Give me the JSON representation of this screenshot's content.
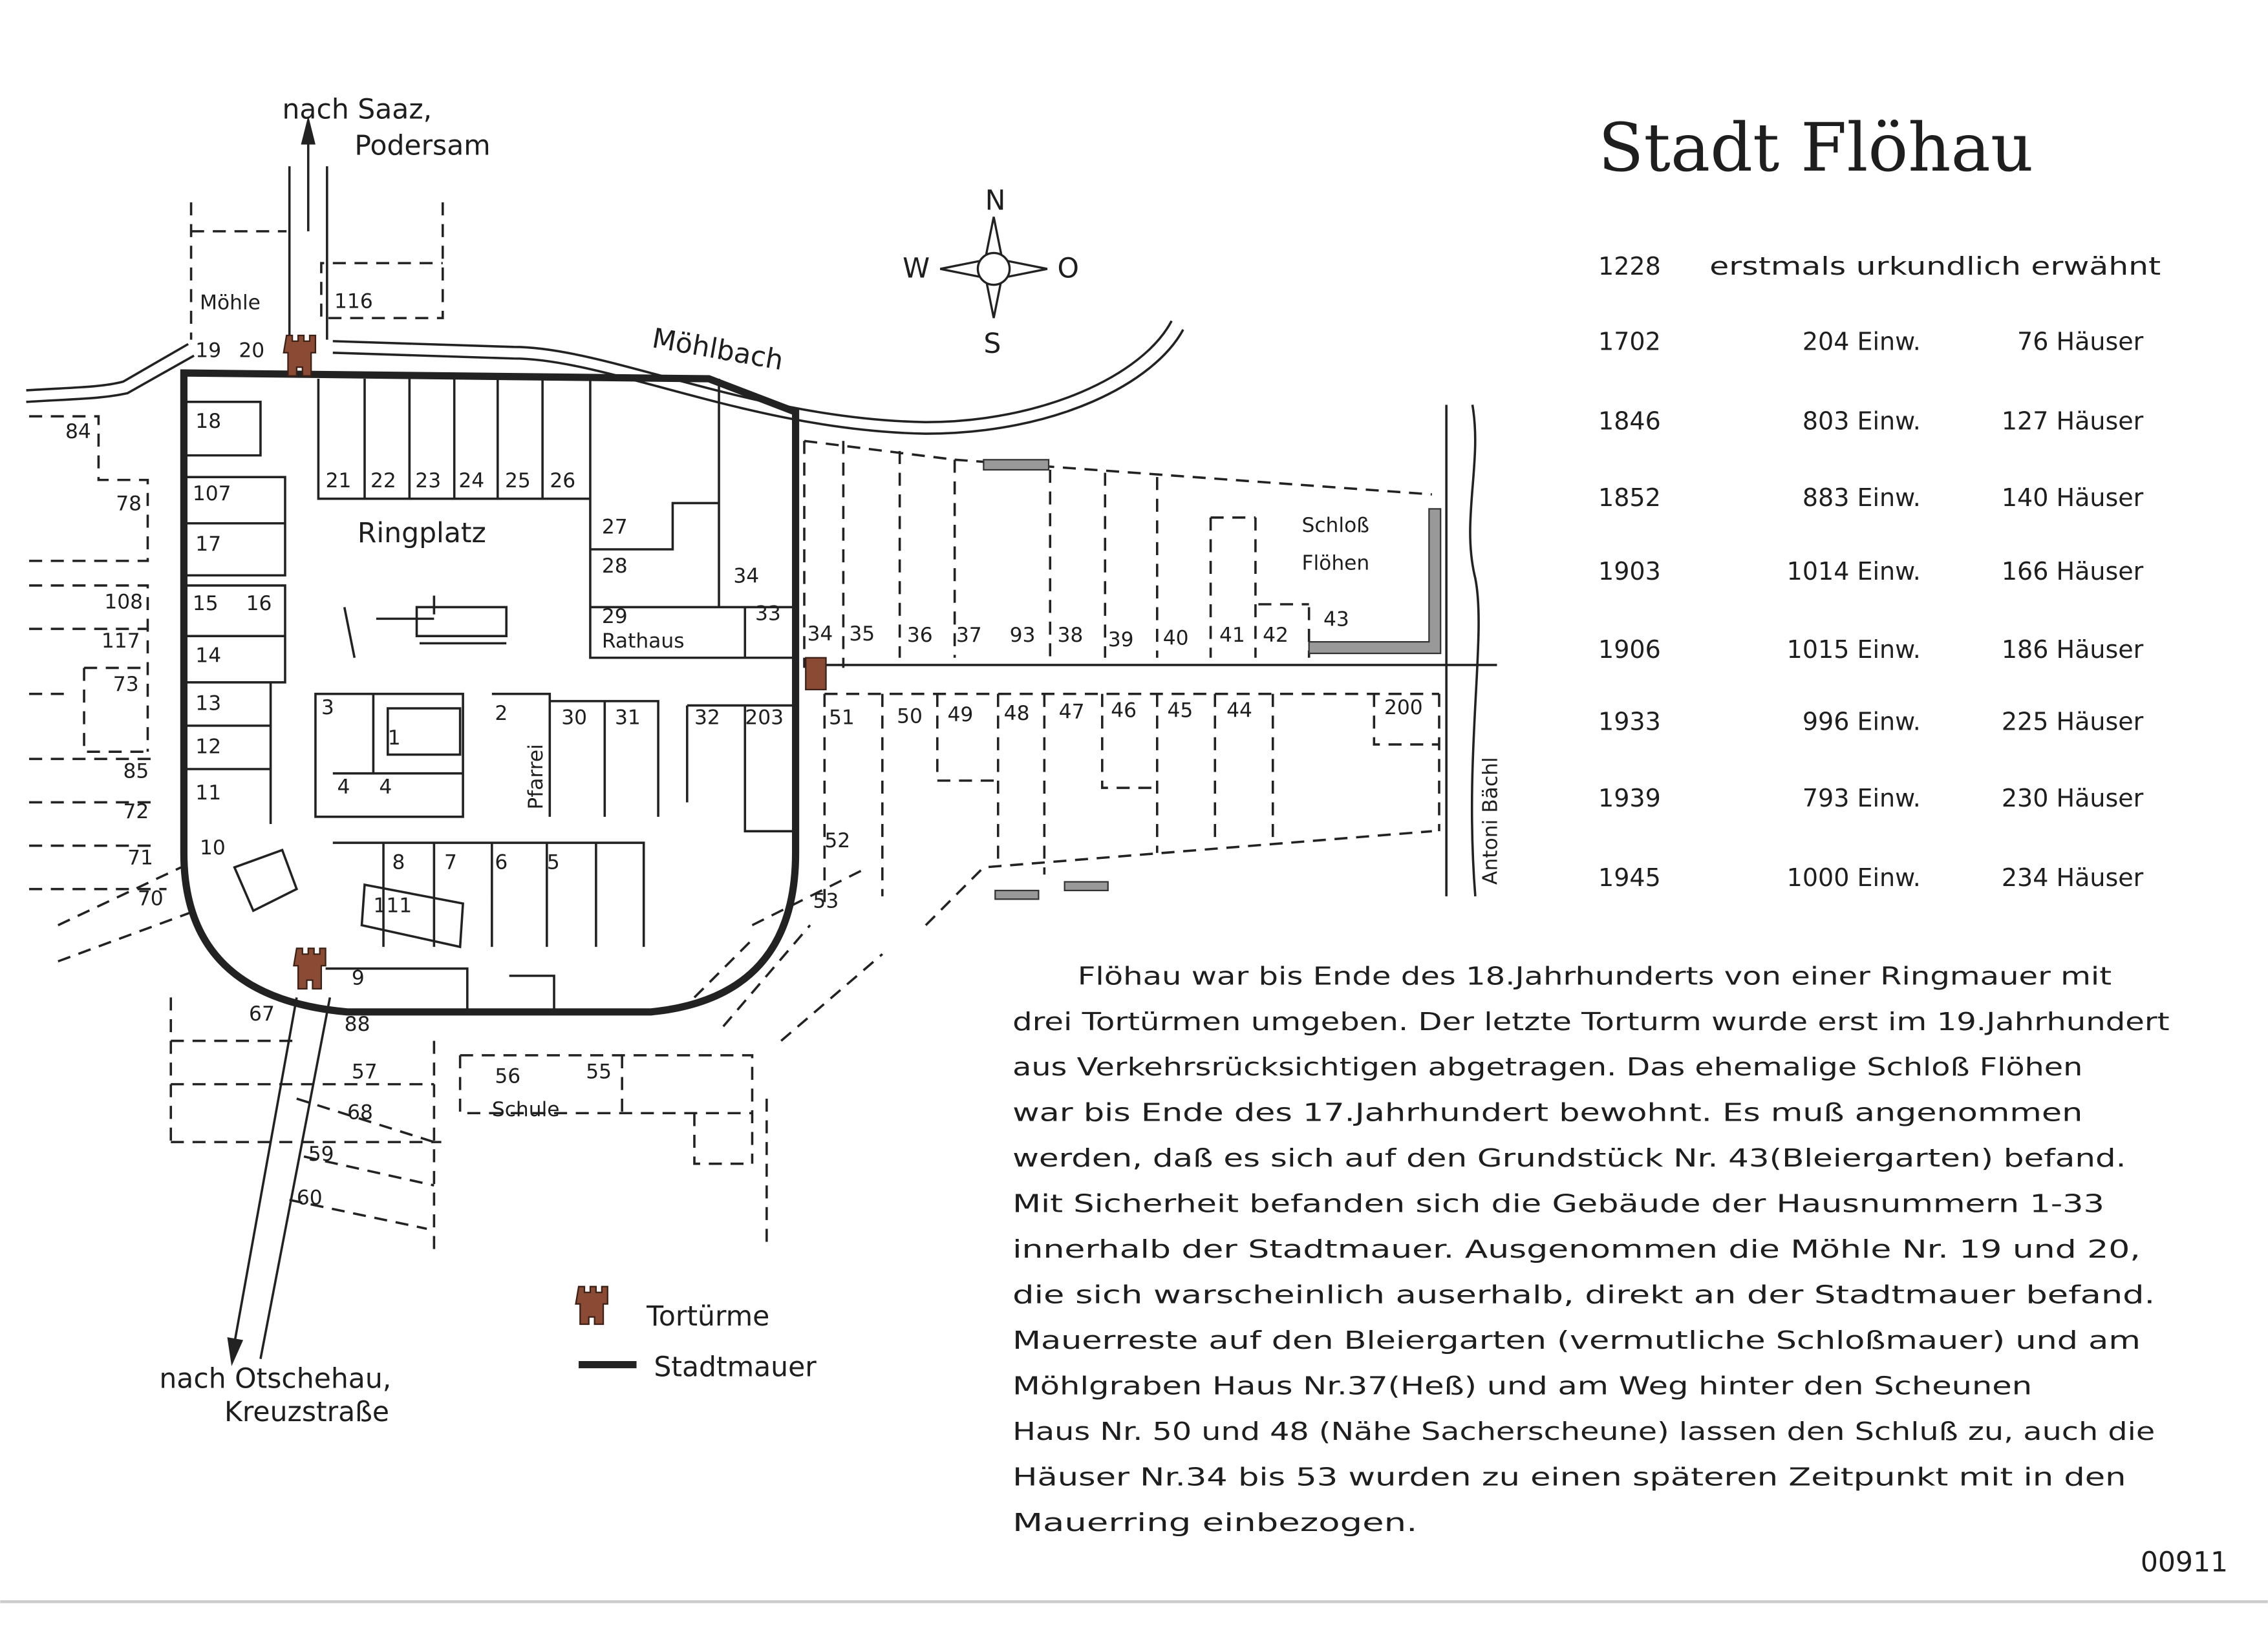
{
  "title": "Stadt Flöhau",
  "compass": {
    "n": "N",
    "s": "S",
    "w": "W",
    "o": "O"
  },
  "map": {
    "road_north": [
      "nach Saaz,",
      "Podersam"
    ],
    "road_south": [
      "nach Otschehau,",
      "Kreuzstraße"
    ],
    "stream": "Möhlbach",
    "brook": "Antoni Bächl",
    "square": "Ringplatz",
    "mill": "Möhle",
    "town_hall": "Rathaus",
    "parsonage": "Pfarrei",
    "school": "Schule",
    "castle": [
      "Schloß",
      "Flöhen"
    ],
    "house_numbers": [
      "116",
      "19",
      "20",
      "84",
      "78",
      "108",
      "117",
      "73",
      "85",
      "72",
      "71",
      "70",
      "18",
      "107",
      "17",
      "15",
      "16",
      "14",
      "13",
      "12",
      "11",
      "10",
      "21",
      "22",
      "23",
      "24",
      "25",
      "26",
      "27",
      "28",
      "34",
      "29",
      "33",
      "34",
      "35",
      "36",
      "37",
      "93",
      "38",
      "39",
      "40",
      "41",
      "42",
      "43",
      "3",
      "2",
      "30",
      "31",
      "32",
      "203",
      "1",
      "4",
      "4",
      "51",
      "50",
      "49",
      "48",
      "47",
      "46",
      "45",
      "44",
      "200",
      "52",
      "53",
      "8",
      "7",
      "6",
      "5",
      "111",
      "9",
      "67",
      "88",
      "57",
      "56",
      "55",
      "68",
      "59",
      "60"
    ]
  },
  "legend": {
    "gates": "Tortürme",
    "wall": "Stadtmauer"
  },
  "history": [
    {
      "year": "1228",
      "text": "erstmals urkundlich erwähnt"
    },
    {
      "year": "1702",
      "inhabitants": "204 Einw.",
      "houses": "76 Häuser"
    },
    {
      "year": "1846",
      "inhabitants": "803 Einw.",
      "houses": "127 Häuser"
    },
    {
      "year": "1852",
      "inhabitants": "883 Einw.",
      "houses": "140 Häuser"
    },
    {
      "year": "1903",
      "inhabitants": "1014 Einw.",
      "houses": "166 Häuser"
    },
    {
      "year": "1906",
      "inhabitants": "1015 Einw.",
      "houses": "186 Häuser"
    },
    {
      "year": "1933",
      "inhabitants": "996 Einw.",
      "houses": "225 Häuser"
    },
    {
      "year": "1939",
      "inhabitants": "793 Einw.",
      "houses": "230 Häuser"
    },
    {
      "year": "1945",
      "inhabitants": "1000 Einw.",
      "houses": "234 Häuser"
    }
  ],
  "paragraph": [
    "Flöhau war bis Ende des 18.Jahrhunderts von einer Ringmauer mit",
    "drei Tortürmen umgeben. Der letzte Torturm wurde erst im 19.Jahrhundert",
    "aus Verkehrsrücksichtigen abgetragen. Das ehemalige Schloß Flöhen",
    "war bis Ende des 17.Jahrhundert bewohnt. Es muß angenommen",
    "werden, daß es sich auf den Grundstück Nr. 43(Bleiergarten) befand.",
    "Mit Sicherheit befanden sich die Gebäude der Hausnummern 1-33",
    "innerhalb der Stadtmauer. Ausgenommen die Möhle Nr. 19 und 20,",
    "die sich warscheinlich auserhalb, direkt an der Stadtmauer befand.",
    "Mauerreste auf den Bleiergarten (vermutliche Schloßmauer) und am",
    "Möhlgraben Haus Nr.37(Heß) und am Weg hinter den Scheunen",
    "Haus Nr. 50 und 48 (Nähe Sacherscheune) lassen den Schluß zu, auch die",
    "Häuser Nr.34 bis 53 wurden zu einen späteren Zeitpunkt mit in den",
    "Mauerring einbezogen."
  ],
  "page_number": "00911"
}
